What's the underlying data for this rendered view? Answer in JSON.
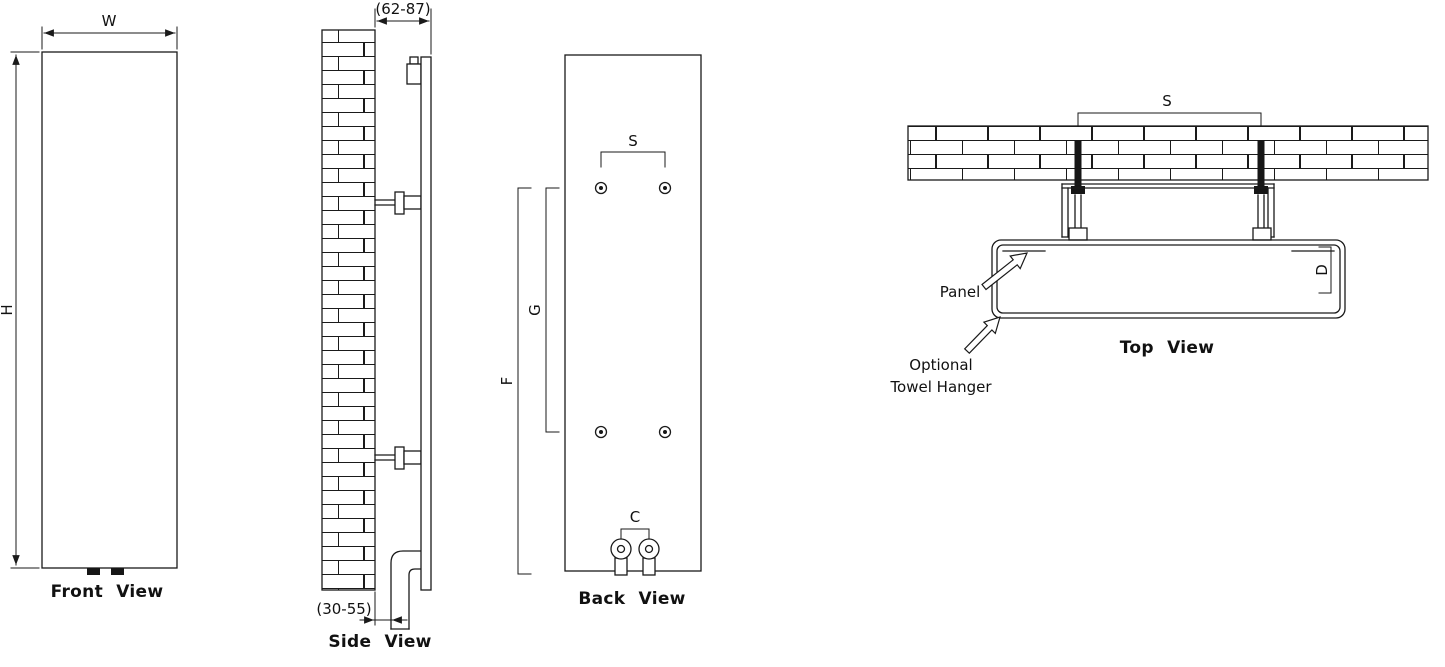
{
  "colors": {
    "line": "#1a1a1a",
    "background": "#ffffff"
  },
  "front_view": {
    "title": "Front View",
    "dim_width": "W",
    "dim_height": "H"
  },
  "side_view": {
    "title": "Side View",
    "dim_depth_top": "(62-87)",
    "dim_pipe_bottom": "(30-55)"
  },
  "back_view": {
    "title": "Back View",
    "dim_bracket_spacing": "S",
    "dim_bracket_height": "G",
    "dim_total_height": "F",
    "dim_pipe_centers": "C"
  },
  "top_view": {
    "title": "Top View",
    "dim_bracket_spacing": "S",
    "dim_depth": "D",
    "panel_label": "Panel",
    "towel_hanger_label_line1": "Optional",
    "towel_hanger_label_line2": "Towel Hanger"
  }
}
